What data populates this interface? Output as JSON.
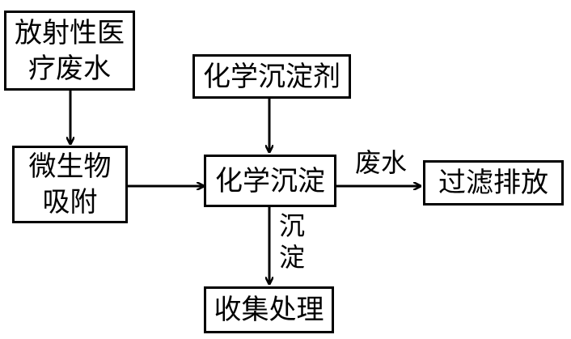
{
  "diagram": {
    "nodes": {
      "medical_wastewater": {
        "line1": "放射性医",
        "line2": "疗废水"
      },
      "microbial_adsorption": {
        "line1": "微生物",
        "line2": "吸附"
      },
      "precipitant": {
        "label": "化学沉淀剂"
      },
      "chemical_precipitation": {
        "label": "化学沉淀"
      },
      "filter_discharge": {
        "label": "过滤排放"
      },
      "collection_treatment": {
        "label": "收集处理"
      }
    },
    "edge_labels": {
      "wastewater": "废水",
      "precipitate_top": "沉",
      "precipitate_bottom": "淀"
    },
    "colors": {
      "line": "#000000",
      "background": "#ffffff"
    }
  }
}
